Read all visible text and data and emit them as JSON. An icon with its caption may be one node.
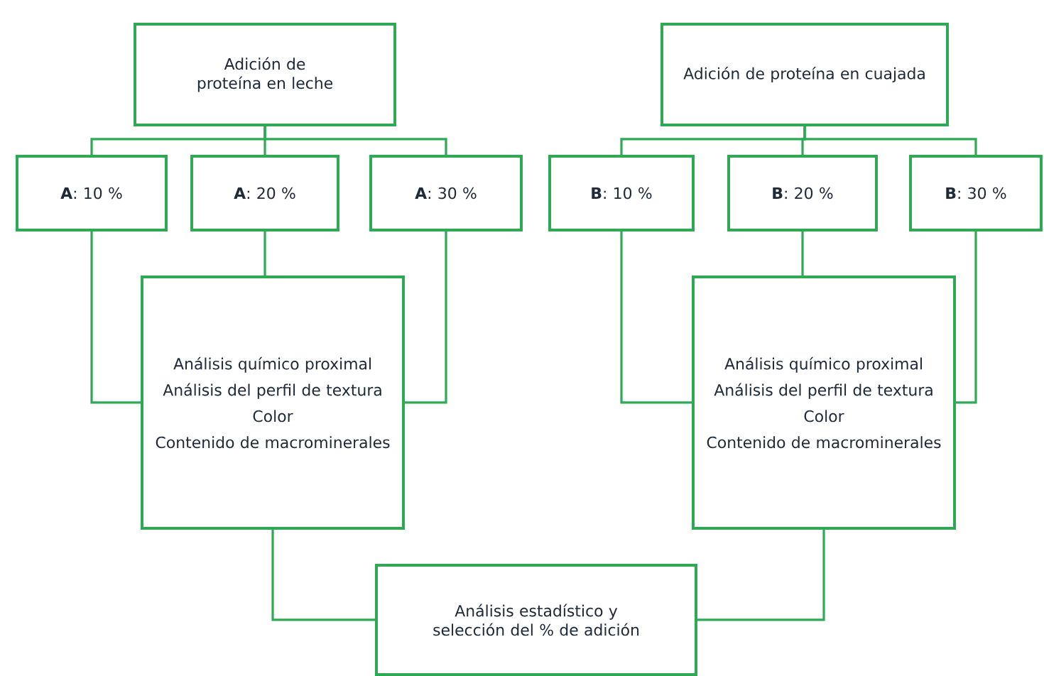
{
  "diagram": {
    "nodes": [
      {
        "text": [
          "Adición de proteína en leche"
        ]
      },
      {
        "text": [
          "**A**: 10 %"
        ]
      },
      {
        "text": [
          "**A**: 20 %"
        ]
      },
      {
        "text": [
          "**A**: 30 %"
        ]
      },
      {
        "text": [
          "Análisis químico proximal",
          "Análisis del perfil de textura",
          "Color",
          "Contenido de macrominerales"
        ]
      },
      {
        "text": [
          "Adición de proteína en cuajada"
        ]
      },
      {
        "text": [
          "**B**: 10 %"
        ]
      },
      {
        "text": [
          "**B**: 20 %"
        ]
      },
      {
        "text": [
          "**B**: 30 %"
        ]
      },
      {
        "text": [
          "Análisis químico proximal",
          "Análisis del perfil de textura",
          "Color",
          "Contenido de macrominerales"
        ]
      },
      {
        "text": [
          "Análisis estadístico y selección del % de adición"
        ]
      }
    ],
    "edges": [
      {
        "from": 0,
        "to": 1,
        "arrow": "none"
      },
      {
        "from": 0,
        "to": 2,
        "arrow": "none"
      },
      {
        "from": 0,
        "to": 3,
        "arrow": "none"
      },
      {
        "from": 1,
        "to": 4,
        "arrow": "none"
      },
      {
        "from": 2,
        "to": 4,
        "arrow": "none"
      },
      {
        "from": 3,
        "to": 4,
        "arrow": "none"
      },
      {
        "from": 5,
        "to": 6,
        "arrow": "none"
      },
      {
        "from": 5,
        "to": 7,
        "arrow": "none"
      },
      {
        "from": 5,
        "to": 8,
        "arrow": "none"
      },
      {
        "from": 6,
        "to": 9,
        "arrow": "none"
      },
      {
        "from": 7,
        "to": 9,
        "arrow": "none"
      },
      {
        "from": 8,
        "to": 9,
        "arrow": "none"
      },
      {
        "from": 4,
        "to": 10,
        "arrow": "none"
      },
      {
        "from": 9,
        "to": 10,
        "arrow": "none"
      }
    ]
  }
}
